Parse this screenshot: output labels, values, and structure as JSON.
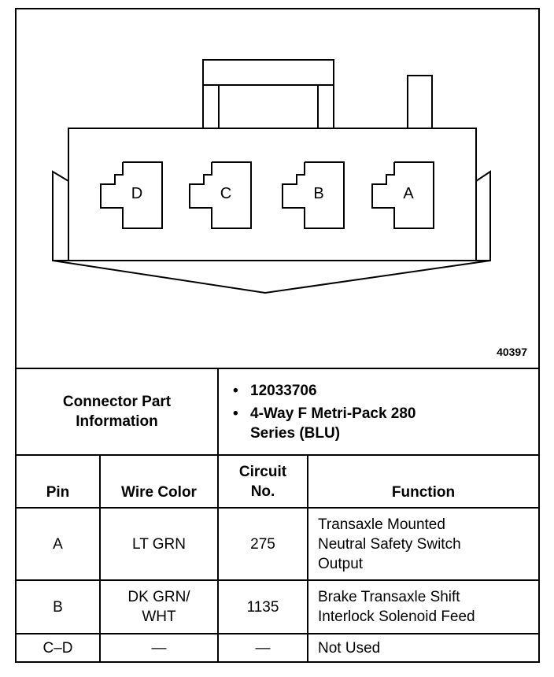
{
  "diagram": {
    "pin_labels": [
      "D",
      "C",
      "B",
      "A"
    ],
    "figure_number": "40397"
  },
  "connector_info": {
    "label_line1": "Connector Part",
    "label_line2": "Information",
    "items": [
      {
        "line1": "12033706",
        "line2": ""
      },
      {
        "line1": "4-Way F Metri-Pack 280",
        "line2": "Series (BLU)"
      }
    ],
    "bullet": "•"
  },
  "columns": {
    "pin": "Pin",
    "wire_color": "Wire Color",
    "circuit_line1": "Circuit",
    "circuit_line2": "No.",
    "function": "Function"
  },
  "rows": [
    {
      "pin": "A",
      "wire1": "LT GRN",
      "wire2": "",
      "circuit": "275",
      "func1": "Transaxle Mounted",
      "func2": "Neutral Safety Switch",
      "func3": "Output"
    },
    {
      "pin": "B",
      "wire1": "DK GRN/",
      "wire2": "WHT",
      "circuit": "1135",
      "func1": "Brake Transaxle Shift",
      "func2": "Interlock Solenoid Feed",
      "func3": ""
    },
    {
      "pin": "C–D",
      "wire1": "—",
      "wire2": "",
      "circuit": "—",
      "func1": "Not Used",
      "func2": "",
      "func3": ""
    }
  ]
}
